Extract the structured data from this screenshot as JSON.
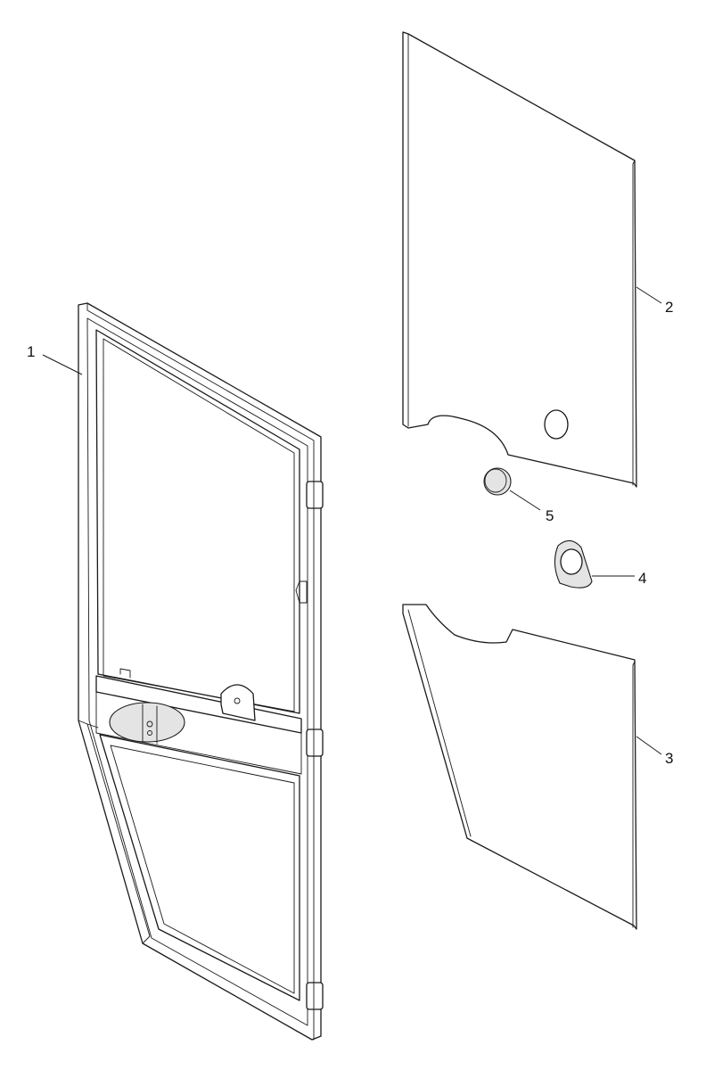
{
  "callouts": [
    {
      "id": "1",
      "part": "door-frame"
    },
    {
      "id": "2",
      "part": "upper-glass-panel"
    },
    {
      "id": "3",
      "part": "lower-glass-panel"
    },
    {
      "id": "4",
      "part": "grommet-bracket"
    },
    {
      "id": "5",
      "part": "round-plug"
    }
  ],
  "colors": {
    "line": "#1a1a1a",
    "background": "#ffffff",
    "shade": "#e4e4e4"
  }
}
